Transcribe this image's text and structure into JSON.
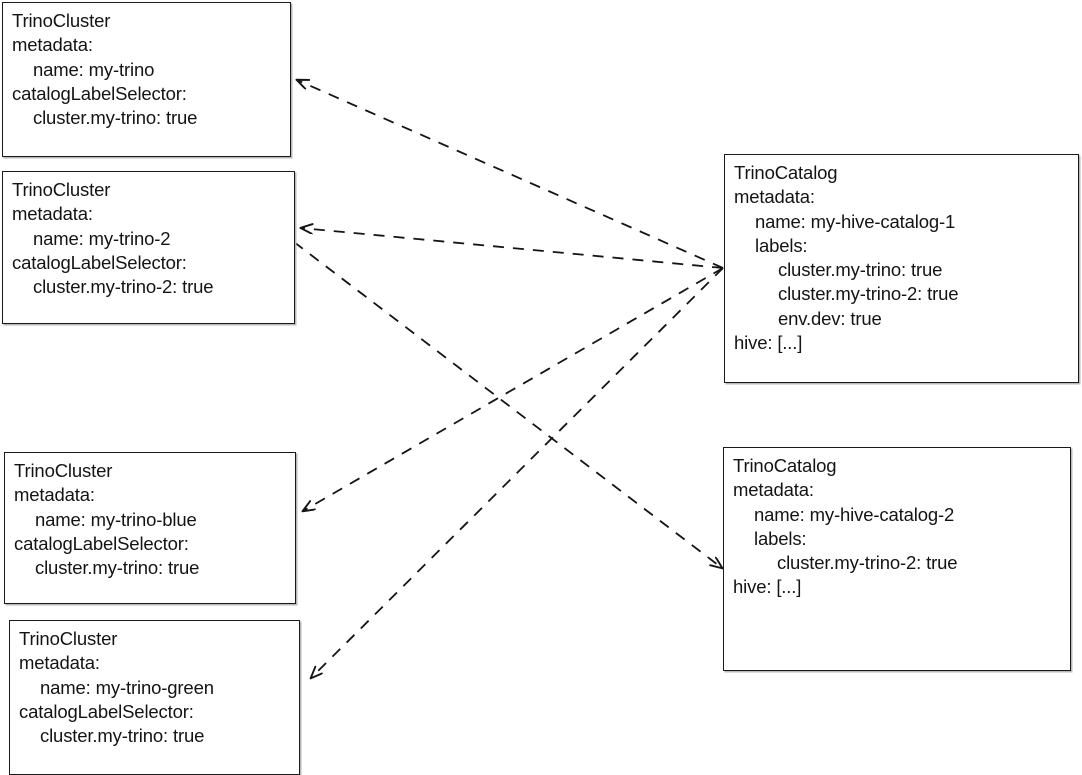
{
  "diagram": {
    "title": "TrinoCluster to TrinoCatalog label selector matching",
    "type": "entity-relationship",
    "line_style": "dashed",
    "arrow_color": "#141414",
    "box_border_color": "#1a1a1a",
    "background_color": "#ffffff"
  },
  "nodes": [
    {
      "id": "cluster-my-trino",
      "kind": "TrinoCluster",
      "lines": [
        {
          "text": "TrinoCluster",
          "indent": 0
        },
        {
          "text": "metadata:",
          "indent": 0
        },
        {
          "text": "name: my-trino",
          "indent": 1
        },
        {
          "text": "catalogLabelSelector:",
          "indent": 0
        },
        {
          "text": "cluster.my-trino: true",
          "indent": 1
        }
      ]
    },
    {
      "id": "cluster-my-trino-2",
      "kind": "TrinoCluster",
      "lines": [
        {
          "text": "TrinoCluster",
          "indent": 0
        },
        {
          "text": "metadata:",
          "indent": 0
        },
        {
          "text": "name: my-trino-2",
          "indent": 1
        },
        {
          "text": "catalogLabelSelector:",
          "indent": 0
        },
        {
          "text": "cluster.my-trino-2: true",
          "indent": 1
        }
      ]
    },
    {
      "id": "cluster-my-trino-blue",
      "kind": "TrinoCluster",
      "lines": [
        {
          "text": "TrinoCluster",
          "indent": 0
        },
        {
          "text": "metadata:",
          "indent": 0
        },
        {
          "text": "name: my-trino-blue",
          "indent": 1
        },
        {
          "text": "catalogLabelSelector:",
          "indent": 0
        },
        {
          "text": "cluster.my-trino: true",
          "indent": 1
        }
      ]
    },
    {
      "id": "cluster-my-trino-green",
      "kind": "TrinoCluster",
      "lines": [
        {
          "text": "TrinoCluster",
          "indent": 0
        },
        {
          "text": "metadata:",
          "indent": 0
        },
        {
          "text": "name: my-trino-green",
          "indent": 1
        },
        {
          "text": "catalogLabelSelector:",
          "indent": 0
        },
        {
          "text": "cluster.my-trino: true",
          "indent": 1
        }
      ]
    },
    {
      "id": "catalog-my-hive-catalog-1",
      "kind": "TrinoCatalog",
      "lines": [
        {
          "text": "TrinoCatalog",
          "indent": 0
        },
        {
          "text": "metadata:",
          "indent": 0
        },
        {
          "text": "name: my-hive-catalog-1",
          "indent": 1
        },
        {
          "text": "labels:",
          "indent": 1
        },
        {
          "text": "cluster.my-trino: true",
          "indent": 2
        },
        {
          "text": "cluster.my-trino-2: true",
          "indent": 2
        },
        {
          "text": "env.dev: true",
          "indent": 2
        },
        {
          "text": "hive: [...]",
          "indent": 0
        }
      ]
    },
    {
      "id": "catalog-my-hive-catalog-2",
      "kind": "TrinoCatalog",
      "lines": [
        {
          "text": "TrinoCatalog",
          "indent": 0
        },
        {
          "text": "metadata:",
          "indent": 0
        },
        {
          "text": "name: my-hive-catalog-2",
          "indent": 1
        },
        {
          "text": "labels:",
          "indent": 1
        },
        {
          "text": "cluster.my-trino-2: true",
          "indent": 2
        },
        {
          "text": "hive: [...]",
          "indent": 0
        }
      ]
    }
  ],
  "edges": [
    {
      "from": "catalog-my-hive-catalog-1",
      "to": "cluster-my-trino",
      "label": ""
    },
    {
      "from": "catalog-my-hive-catalog-1",
      "to": "cluster-my-trino-2",
      "label": ""
    },
    {
      "from": "catalog-my-hive-catalog-1",
      "to": "cluster-my-trino-blue",
      "label": ""
    },
    {
      "from": "catalog-my-hive-catalog-1",
      "to": "cluster-my-trino-green",
      "label": ""
    },
    {
      "from": "catalog-my-hive-catalog-2",
      "to": "cluster-my-trino-2",
      "label": ""
    }
  ]
}
